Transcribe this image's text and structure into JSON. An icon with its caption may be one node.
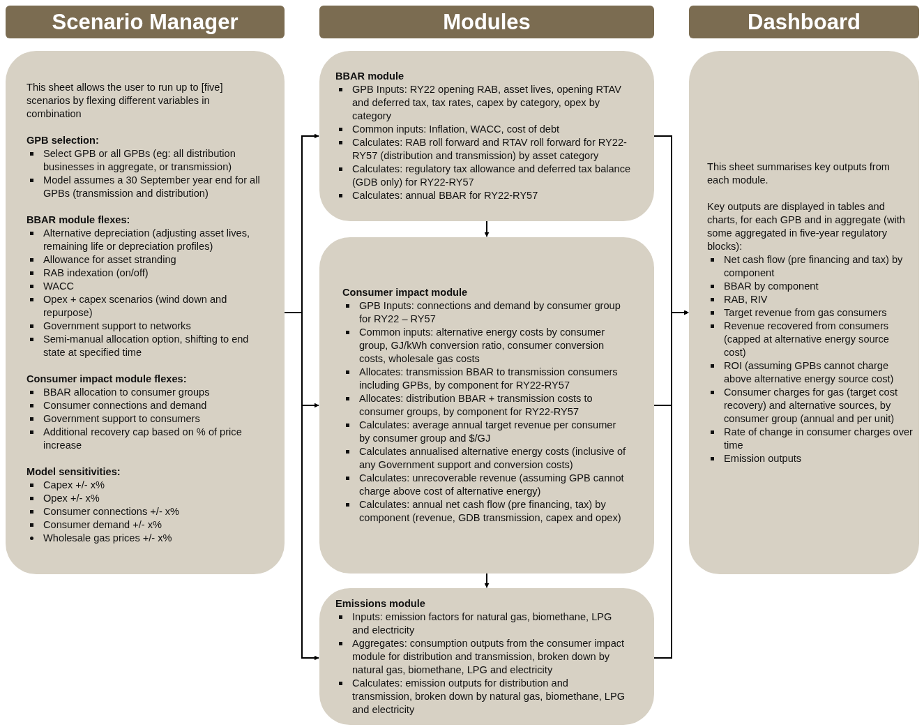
{
  "diagram": {
    "nodes": [
      {
        "text": [
          "Scenario Manager"
        ]
      },
      {
        "text": [
          "Modules"
        ]
      },
      {
        "text": [
          "Dashboard"
        ]
      },
      {
        "text": [
          "This sheet allows the user to run up to [five] scenarios by flexing different variables in combination",
          "GPB selection:",
          "Select GPB or all GPBs (eg: all distribution businesses in aggregate, or transmission)",
          "Model assumes a 30 September year end for all GPBs (transmission and distribution)",
          "BBAR module flexes:",
          "Alternative depreciation (adjusting asset lives, remaining life or depreciation profiles)",
          "Allowance for asset stranding",
          "RAB indexation (on/off)",
          "WACC",
          "Opex + capex scenarios (wind down and repurpose)",
          "Government support to networks",
          "Semi-manual allocation option, shifting to end state at specified time",
          "Consumer impact module flexes:",
          "BBAR allocation to consumer groups",
          "Consumer connections and demand",
          "Government support to consumers",
          "Additional recovery cap based on % of price increase",
          "Model sensitivities:",
          "Capex +/- x%",
          "Opex +/- x%",
          "Consumer connections +/- x%",
          "Consumer demand +/- x%",
          "Wholesale gas prices +/- x%"
        ]
      },
      {
        "text": [
          "BBAR module",
          "GPB Inputs: RY22 opening RAB, asset lives, opening RTAV and deferred tax, tax rates, capex by category, opex by category",
          "Common inputs: Inflation, WACC, cost of debt",
          "Calculates: RAB roll forward and RTAV roll forward for RY22-RY57 (distribution and transmission) by asset category",
          "Calculates: regulatory tax allowance and deferred tax balance (GDB only) for RY22-RY57",
          "Calculates: annual BBAR for RY22-RY57"
        ]
      },
      {
        "text": [
          "Consumer impact module",
          "GPB Inputs: connections and demand by consumer group for RY22 – RY57",
          "Common inputs: alternative energy costs by consumer group, GJ/kWh conversion ratio, consumer conversion costs, wholesale gas costs",
          "Allocates: transmission BBAR to transmission consumers including GPBs, by component for RY22-RY57",
          "Allocates: distribution BBAR + transmission costs to consumer groups, by component for RY22-RY57",
          "Calculates: average annual target revenue per consumer by consumer group and $/GJ",
          "Calculates annualised alternative energy costs (inclusive of any Government support and conversion costs)",
          "Calculates: unrecoverable revenue (assuming GPB cannot charge above cost of alternative energy)",
          "Calculates: annual net cash flow (pre financing, tax) by component (revenue, GDB transmission, capex and opex)"
        ]
      },
      {
        "text": [
          "Emissions module",
          "Inputs: emission factors for natural gas, biomethane, LPG and electricity",
          "Aggregates: consumption outputs from the consumer impact module for distribution and transmission, broken down by natural gas, biomethane, LPG and electricity",
          "Calculates: emission outputs for distribution and transmission, broken down by natural gas, biomethane, LPG and electricity"
        ]
      },
      {
        "text": [
          "This sheet summarises key outputs from each module.",
          "Key outputs are displayed in tables and charts, for each GPB and in aggregate (with some aggregated in five-year regulatory blocks):",
          "Net cash flow (pre financing and tax) by component",
          "BBAR by component",
          "RAB, RIV",
          "Target revenue from gas consumers",
          "Revenue recovered from consumers (capped at alternative energy source cost)",
          "ROI (assuming GPBs cannot charge above alternative energy source cost)",
          "Consumer charges for gas (target cost recovery) and alternative sources, by consumer group (annual and per unit)",
          "Rate of change in consumer charges over time",
          "Emission outputs"
        ]
      }
    ],
    "edges": [
      {
        "from": 3,
        "to": 4,
        "arrow": "to"
      },
      {
        "from": 3,
        "to": 5,
        "arrow": "to"
      },
      {
        "from": 3,
        "to": 6,
        "arrow": "to"
      },
      {
        "from": 4,
        "to": 5,
        "arrow": "to"
      },
      {
        "from": 5,
        "to": 6,
        "arrow": "to"
      },
      {
        "from": 4,
        "to": 7,
        "arrow": "to"
      },
      {
        "from": 5,
        "to": 7,
        "arrow": "to"
      },
      {
        "from": 6,
        "to": 7,
        "arrow": "to"
      }
    ]
  }
}
